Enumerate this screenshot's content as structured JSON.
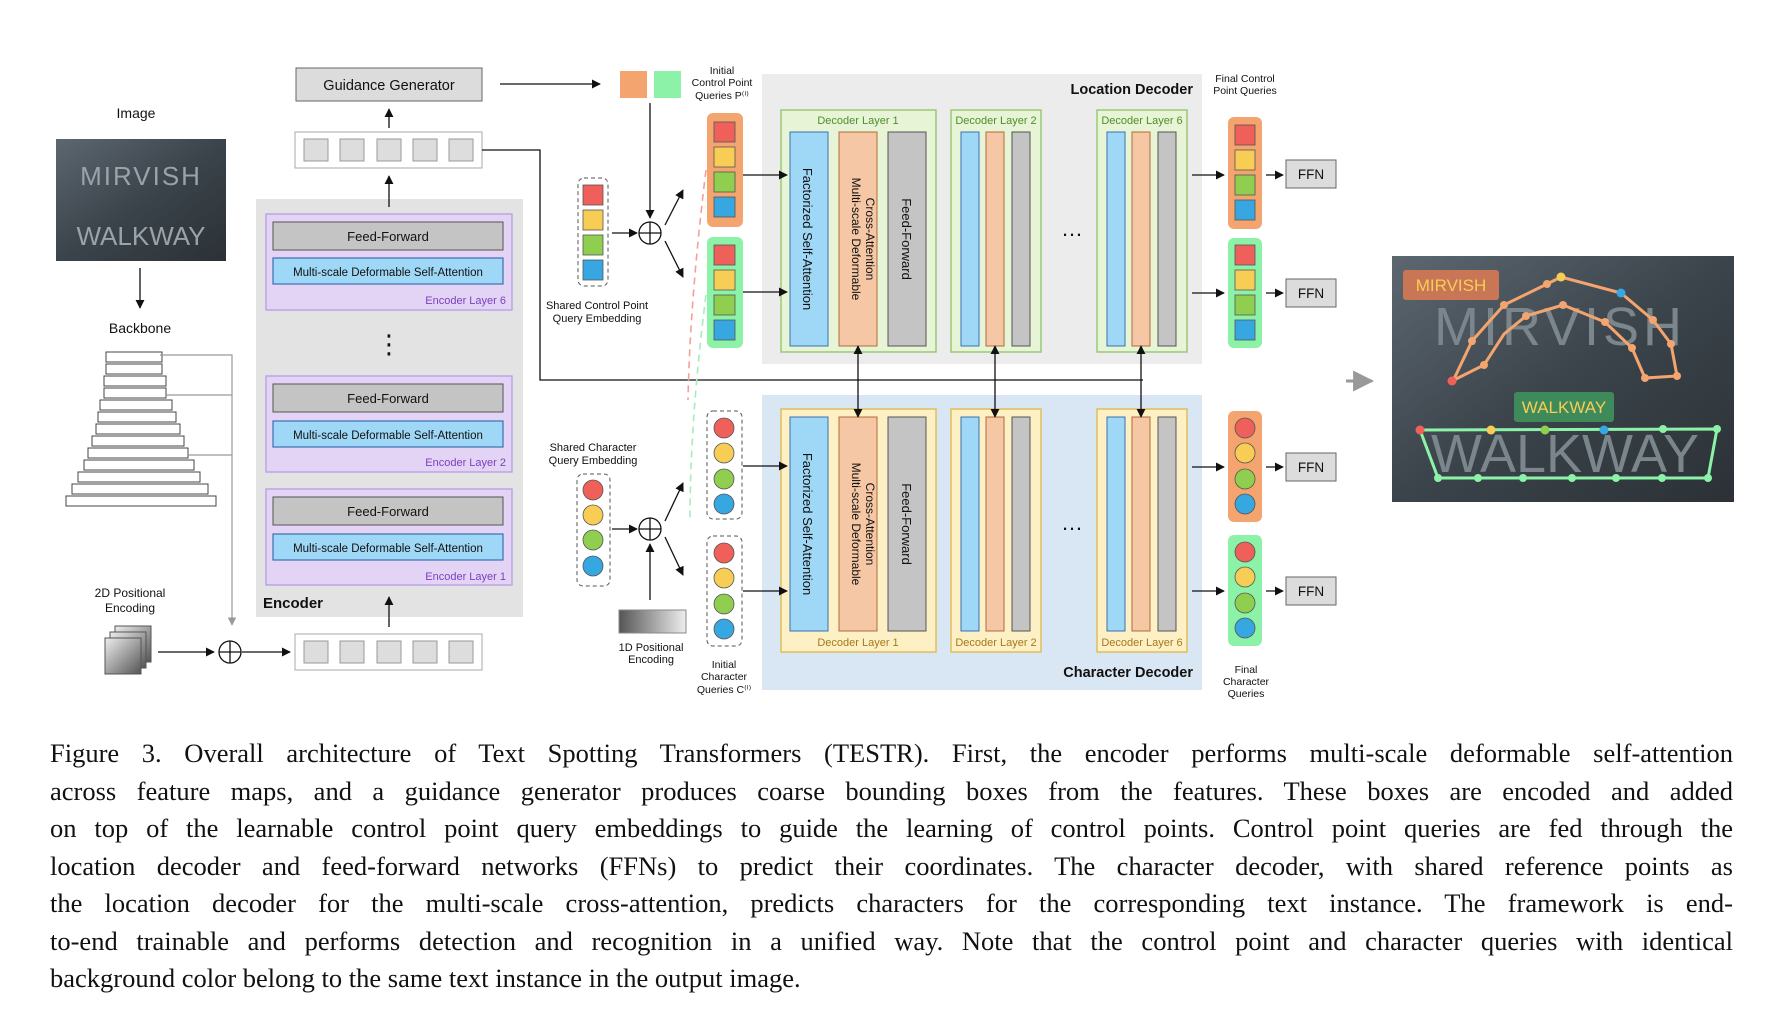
{
  "figure": {
    "image_label": "Image",
    "image_words": [
      "MIRVISH",
      "WALKWAY"
    ],
    "backbone_label": "Backbone",
    "pos2d_label": [
      "2D Positional",
      "Encoding"
    ],
    "encoder_label": "Encoder",
    "encoder_layers": [
      {
        "ff": "Feed-Forward",
        "attn": "Multi-scale Deformable Self-Attention",
        "name": "Encoder Layer 6"
      },
      {
        "ff": "Feed-Forward",
        "attn": "Multi-scale Deformable Self-Attention",
        "name": "Encoder Layer 2"
      },
      {
        "ff": "Feed-Forward",
        "attn": "Multi-scale Deformable Self-Attention",
        "name": "Encoder Layer 1"
      }
    ],
    "ellipsis": "⋮",
    "guidance_generator": "Guidance Generator",
    "initial_cp_queries": [
      "Initial",
      "Control Point",
      "Queries P⁽ⁱ⁾"
    ],
    "shared_cp_embedding": [
      "Shared Control Point",
      "Query Embedding"
    ],
    "shared_char_embedding": [
      "Shared Character",
      "Query Embedding"
    ],
    "pos1d_label": [
      "1D Positional",
      "Encoding"
    ],
    "initial_char_queries": [
      "Initial",
      "Character",
      "Queries C⁽ⁱ⁾"
    ],
    "location_decoder": "Location Decoder",
    "character_decoder": "Character Decoder",
    "decoder_layers": [
      "Decoder Layer 1",
      "Decoder Layer 2",
      "Decoder Layer 6"
    ],
    "factorized_sa": "Factorized Self-Attention",
    "msda_cross": [
      "Multi-scale Deformable",
      "Cross-Attention"
    ],
    "feed_forward": "Feed-Forward",
    "dots": "…",
    "final_cp_queries": [
      "Final Control",
      "Point Queries"
    ],
    "final_char_queries": [
      "Final",
      "Character",
      "Queries"
    ],
    "ffn": "FFN",
    "output_labels": [
      "MIRVISH",
      "WALKWAY"
    ],
    "output_words": [
      "MIRVISH",
      "WALKWAY"
    ]
  },
  "caption": {
    "lines": [
      "Figure 3. Overall architecture of Text Spotting Transformers (TESTR). First, the encoder performs multi-scale deformable self-attention",
      "across feature maps, and a guidance generator produces coarse bounding boxes from the features. These boxes are encoded and added",
      "on top of the learnable control point query embeddings to guide the learning of control points. Control point queries are fed through the",
      "location decoder and feed-forward networks (FFNs) to predict their coordinates. The character decoder, with shared reference points as",
      "the location decoder for the multi-scale cross-attention, predicts characters for the corresponding text instance. The framework is end-",
      "to-end trainable and performs detection and recognition in a unified way. Note that the control point and character queries with identical",
      "background color belong to the same text instance in the output image."
    ]
  },
  "colors": {
    "red": "#f0605a",
    "yellow": "#f8cd55",
    "green": "#8fce4f",
    "blue": "#36a7e0",
    "orange_bg": "#f4a46e",
    "green_bg": "#8cf2a8",
    "sa_blue": "#9fd8f6",
    "cross_orange": "#f6c7a5",
    "ff_gray": "#c4c4c4",
    "loc_panel": "#ececec",
    "char_panel": "#d9e6f4",
    "enc_panel": "#e3e3e3",
    "enc_layer": "#e3d4f5",
    "dec_layer_green": "#e7f4d5",
    "dec_layer_yellow": "#fdf0c4"
  }
}
